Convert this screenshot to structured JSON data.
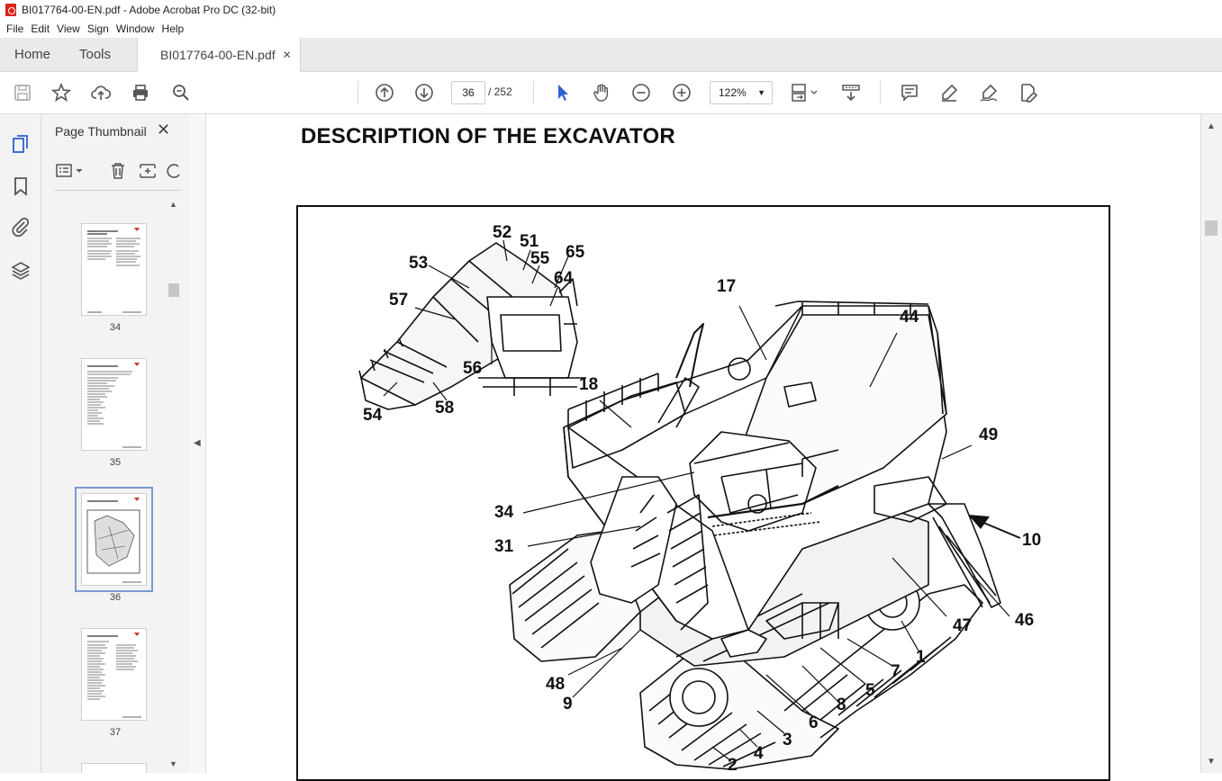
{
  "window": {
    "title": "BI017764-00-EN.pdf - Adobe Acrobat Pro DC (32-bit)"
  },
  "menu": [
    "File",
    "Edit",
    "View",
    "Sign",
    "Window",
    "Help"
  ],
  "tabs": {
    "home": "Home",
    "tools": "Tools",
    "document": "BI017764-00-EN.pdf",
    "close": "✕"
  },
  "toolbar": {
    "page_current": "36",
    "page_total": "/ 252",
    "zoom": "122%",
    "icons": [
      "save-icon",
      "bookmark-star-icon",
      "upload-icon",
      "print-icon",
      "search-zoom-icon",
      "scroll-up-icon",
      "scroll-down-icon",
      "select-cursor-icon",
      "hand-icon",
      "zoom-out-icon",
      "zoom-in-icon",
      "page-fit-icon",
      "scroll-mode-icon",
      "comment-icon",
      "highlight-pen-icon",
      "sign-icon",
      "edit-pdf-icon"
    ]
  },
  "sidebar": {
    "title": "Page Thumbnails",
    "close": "✕",
    "thumbnails": [
      {
        "label": "34"
      },
      {
        "label": "35"
      },
      {
        "label": "36",
        "selected": true
      },
      {
        "label": "37"
      }
    ]
  },
  "document": {
    "heading": "DESCRIPTION OF THE EXCAVATOR",
    "callouts": [
      "52",
      "51",
      "53",
      "55",
      "65",
      "64",
      "57",
      "56",
      "54",
      "58",
      "17",
      "44",
      "18",
      "49",
      "34",
      "10",
      "31",
      "47",
      "46",
      "1",
      "48",
      "7",
      "5",
      "9",
      "8",
      "6",
      "3",
      "4",
      "2"
    ]
  }
}
